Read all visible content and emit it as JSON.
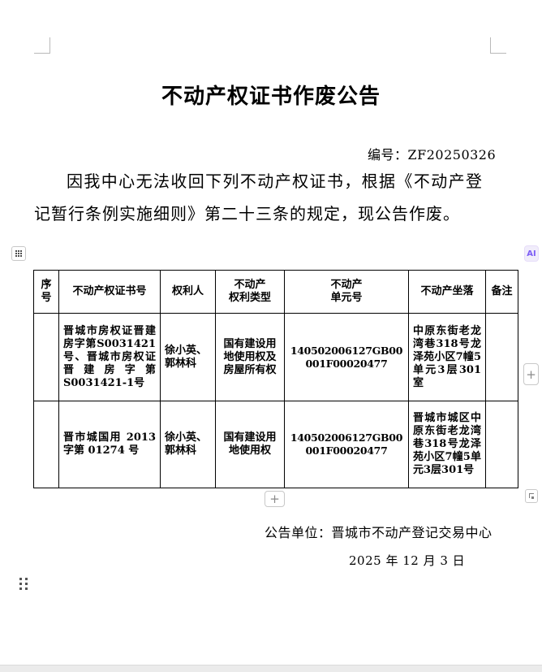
{
  "document": {
    "title": "不动产权证书作废公告",
    "doc_number": "编号：ZF20250326",
    "body_paragraph": "因我中心无法收回下列不动产权证书，根据《不动产登记暂行条例实施细则》第二十三条的规定，现公告作废。",
    "issuer_line": "公告单位：晋城市不动产登记交易中心",
    "date_line": "2025 年 12 月 3 日"
  },
  "table": {
    "headers": [
      "序号",
      "不动产权证书号",
      "权利人",
      "不动产\n权利类型",
      "不动产\n单元号",
      "不动产坐落",
      "备注"
    ],
    "rows": [
      {
        "seq": "",
        "cert_no": "晋城市房权证晋建房字第S0031421号、晋城市房权证晋建房字第S0031421-1号",
        "holder": "徐小英、郭林科",
        "right_type": "国有建设用地使用权及房屋所有权",
        "unit_no": "140502006127GB00001F00020477",
        "location": "中原东街老龙湾巷318号龙泽苑小区7幢5单元3层301室",
        "note": ""
      },
      {
        "seq": "",
        "cert_no": "晋市城国用 2013 字第 01274 号",
        "holder": "徐小英、郭林科",
        "right_type": "国有建设用地使用权",
        "unit_no": "140502006127GB00001F00020477",
        "location": "晋城市城区中原东街老龙湾巷318号龙泽苑小区7幢5单元3层301号",
        "note": ""
      }
    ]
  },
  "controls": {
    "ai_label": "AI",
    "add_column_label": "+",
    "add_row_label": "+",
    "icons": {
      "table_move_handle": "dots-grid",
      "paragraph_handle": "dots-grid",
      "table_resize_handle": "corner-resize"
    }
  },
  "colors": {
    "ai_accent": "#7d5ef5",
    "ai_bg": "#f1edfb",
    "table_border": "#000000",
    "control_border": "#c8c8c8",
    "page_bg": "#ffffff",
    "app_strip": "#ebebeb"
  }
}
